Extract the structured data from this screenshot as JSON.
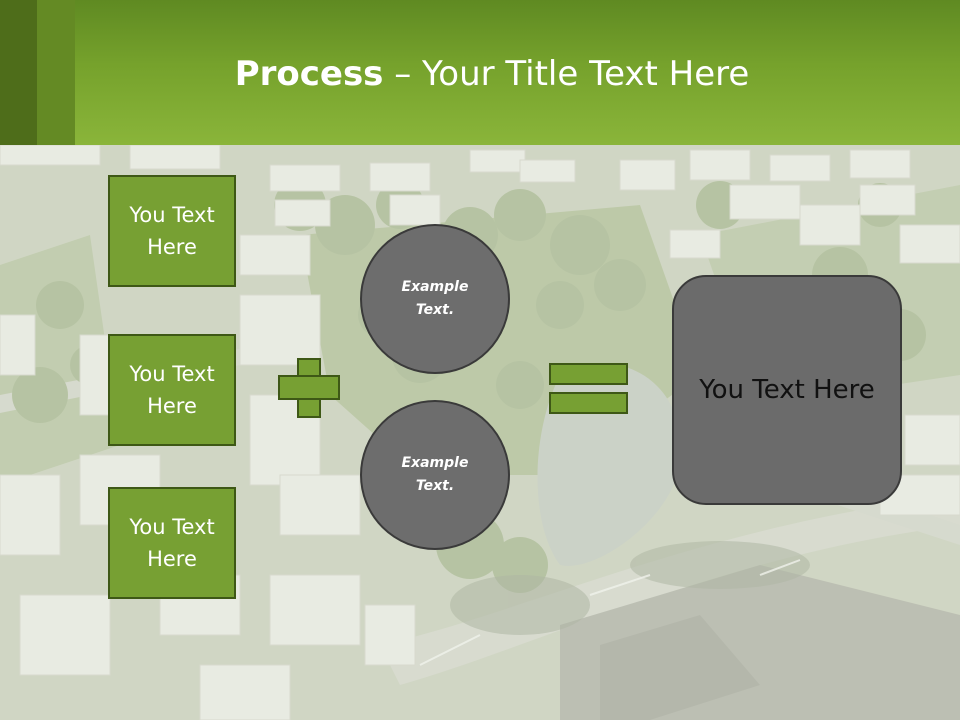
{
  "slide": {
    "title_bold": "Process",
    "title_rest": " – Your Title Text Here",
    "boxes": [
      "You Text Here",
      "You Text Here",
      "You Text Here"
    ],
    "circles": [
      "Example Text.",
      "Example Text."
    ],
    "result": "You Text Here"
  },
  "colors": {
    "header_green": "#8ab53a",
    "header_dark": "#4e6d1a",
    "box_green": "#77a033",
    "box_border": "#3e5816",
    "circle_gray": "#6d6d6d",
    "result_gray": "#6b6b6b"
  },
  "background": {
    "description_icon": "aerial-city-map-image"
  }
}
